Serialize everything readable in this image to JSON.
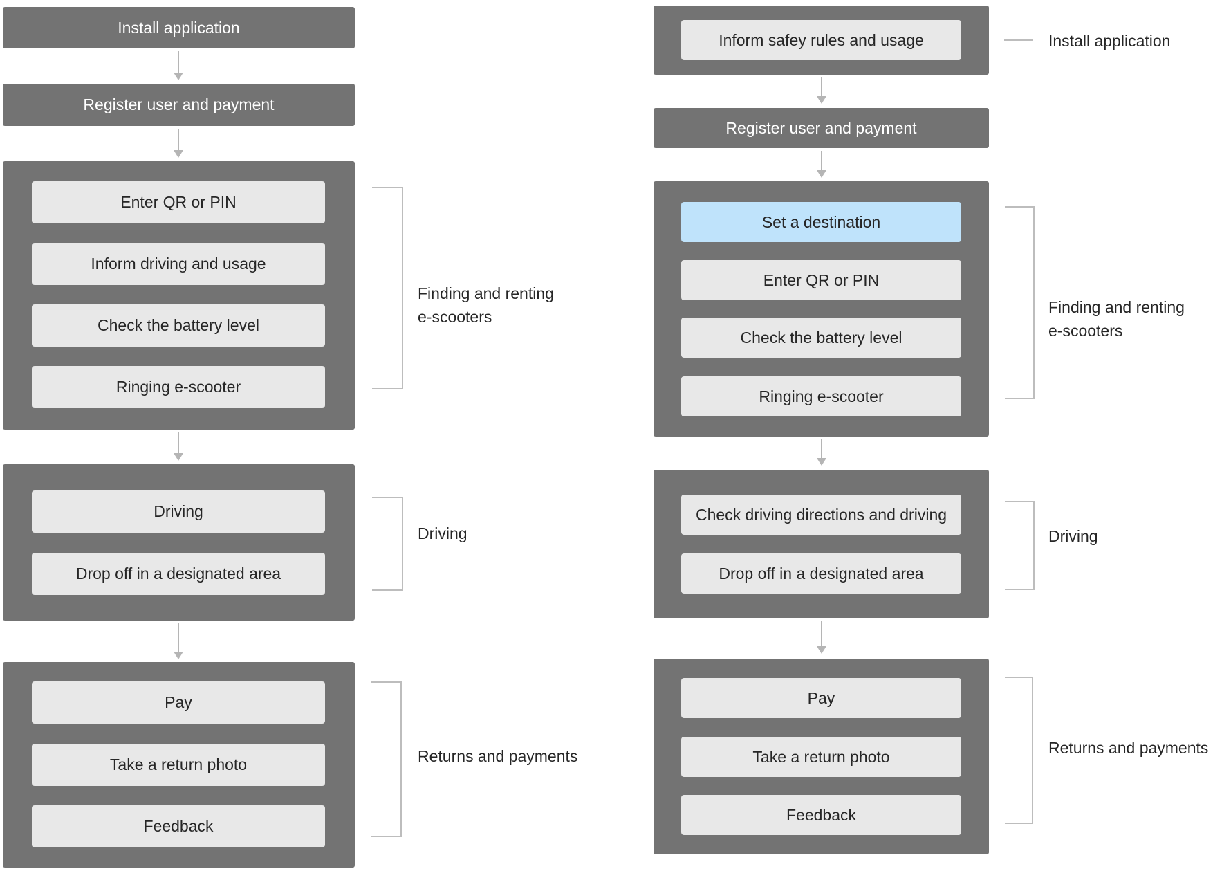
{
  "left_flow": {
    "install": "Install application",
    "register": "Register user and payment",
    "finding_steps": [
      "Enter QR or PIN",
      "Inform driving and usage",
      "Check the battery level",
      "Ringing e-scooter"
    ],
    "driving_steps": [
      "Driving",
      "Drop off in a designated area"
    ],
    "returns_steps": [
      "Pay",
      "Take a return photo",
      "Feedback"
    ],
    "labels": {
      "finding": "Finding and renting\ne-scooters",
      "driving": "Driving",
      "returns": "Returns and payments"
    }
  },
  "right_flow": {
    "install_step": "Inform safey rules and usage",
    "install_label": "Install application",
    "register": "Register user and payment",
    "finding_steps": [
      "Set a destination",
      "Enter QR or PIN",
      "Check the battery level",
      "Ringing e-scooter"
    ],
    "driving_steps": [
      "Check driving directions and driving",
      "Drop off in a designated area"
    ],
    "returns_steps": [
      "Pay",
      "Take a return photo",
      "Feedback"
    ],
    "labels": {
      "finding": "Finding and renting\ne-scooters",
      "driving": "Driving",
      "returns": "Returns and payments"
    }
  },
  "colors": {
    "group_bg": "#737373",
    "step_bg": "#e8e8e8",
    "highlight_bg": "#bfe3fb",
    "connector": "#b5b5b5"
  }
}
